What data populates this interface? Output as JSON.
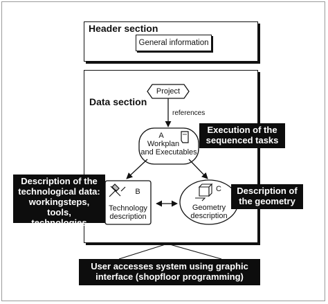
{
  "header_section": {
    "title": "Header section",
    "general_info": "General information"
  },
  "data_section": {
    "title": "Data section",
    "project": "Project",
    "references": "references",
    "workplan": {
      "letter": "A",
      "line1": "Workplan",
      "line2": "and Executables"
    },
    "technology": {
      "letter": "B",
      "line1": "Technology",
      "line2": "description"
    },
    "geometry": {
      "letter": "C",
      "line1": "Geometry",
      "line2": "description"
    }
  },
  "callouts": {
    "execution": [
      "Execution of the",
      "sequenced tasks"
    ],
    "technological": [
      "Description of the",
      "technological data:",
      "workingsteps, tools,",
      "technologies"
    ],
    "geometry": [
      "Description of",
      "the geometry"
    ],
    "user": [
      "User accesses system using graphic",
      "interface (shopfloor programming)"
    ]
  }
}
